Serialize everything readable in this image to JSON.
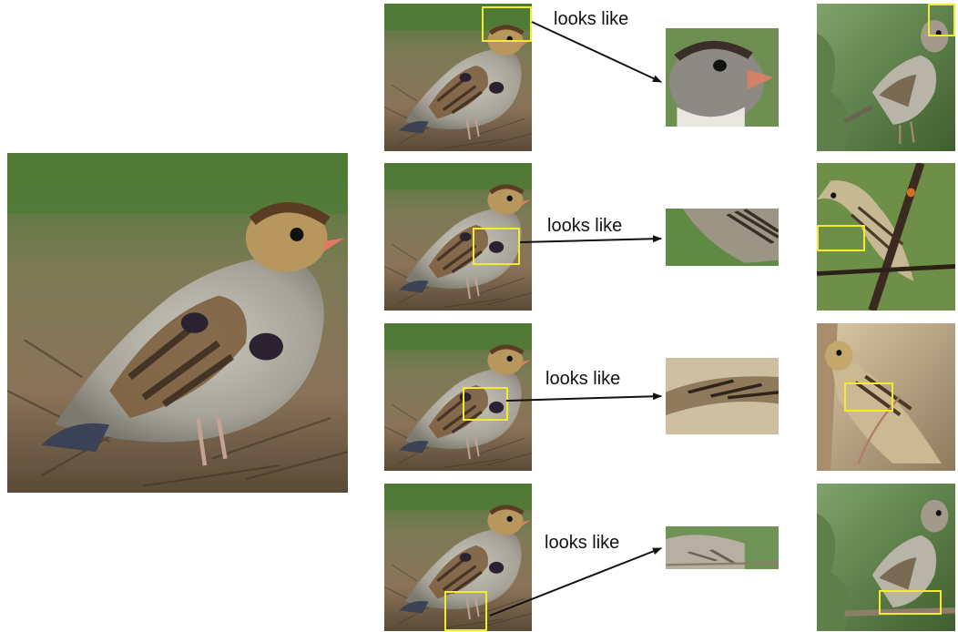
{
  "figure": {
    "rows": [
      {
        "label": "looks like",
        "query_region": "head",
        "prototype": "head-prototype"
      },
      {
        "label": "looks like",
        "query_region": "wing",
        "prototype": "wing-prototype"
      },
      {
        "label": "looks like",
        "query_region": "back",
        "prototype": "back-prototype"
      },
      {
        "label": "looks like",
        "query_region": "feet",
        "prototype": "feet-prototype"
      }
    ],
    "colors": {
      "highlight_box": "#f2ec2a",
      "arrow": "#111111"
    }
  }
}
